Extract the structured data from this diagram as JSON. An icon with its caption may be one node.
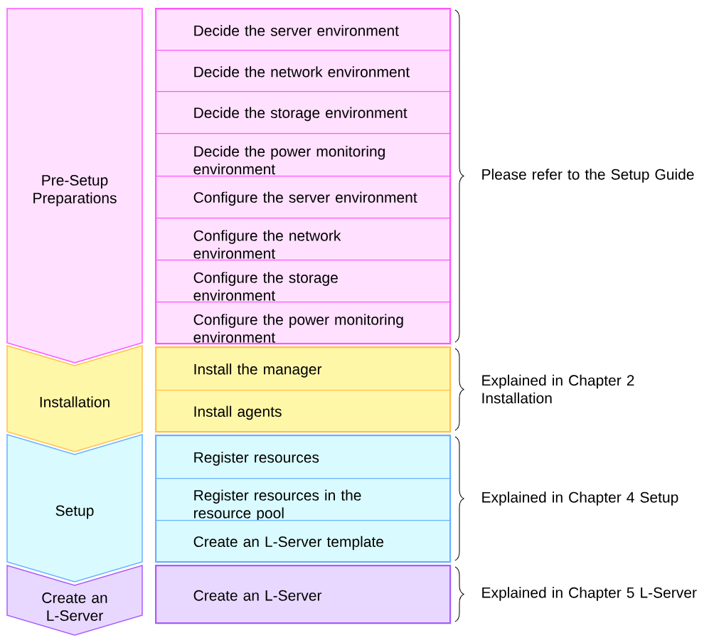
{
  "diagram": {
    "nodes": [
      {
        "text": [
          "Pre-Setup Preparations"
        ]
      },
      {
        "text": [
          "Installation"
        ]
      },
      {
        "text": [
          "Setup"
        ]
      },
      {
        "text": [
          "Create an L-Server"
        ]
      },
      {
        "text": [
          "Decide the server environment"
        ]
      },
      {
        "text": [
          "Decide the network environment"
        ]
      },
      {
        "text": [
          "Decide the storage environment"
        ]
      },
      {
        "text": [
          "Decide the power monitoring environment"
        ]
      },
      {
        "text": [
          "Configure the server environment"
        ]
      },
      {
        "text": [
          "Configure the network environment"
        ]
      },
      {
        "text": [
          "Configure the storage environment"
        ]
      },
      {
        "text": [
          "Configure the power monitoring environment"
        ]
      },
      {
        "text": [
          "Install the manager"
        ]
      },
      {
        "text": [
          "Install agents"
        ]
      },
      {
        "text": [
          "Register resources"
        ]
      },
      {
        "text": [
          "Register resources in the resource pool"
        ]
      },
      {
        "text": [
          "Create an L-Server template"
        ]
      },
      {
        "text": [
          "Create an L-Server"
        ]
      }
    ],
    "labels": [
      "Please refer to the Setup Guide",
      "Explained in Chapter 2 Installation",
      "Explained in Chapter 4 Setup",
      "Explained in Chapter 5 L-Server"
    ]
  }
}
